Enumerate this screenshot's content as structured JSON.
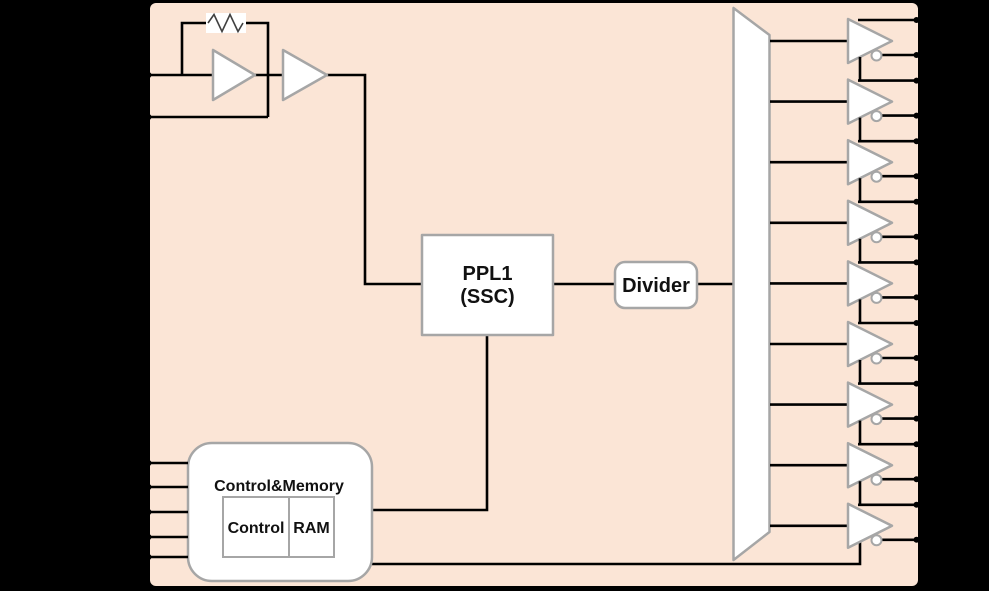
{
  "chip": {
    "description": "clock-generator block diagram",
    "blocks": {
      "pll": {
        "line1": "PPL1",
        "line2": "(SSC)"
      },
      "divider": {
        "label": "Divider"
      },
      "control_memory": {
        "title": "Control&Memory",
        "control": "Control",
        "ram": "RAM"
      }
    },
    "io": {
      "crystal_input_pins": 2,
      "control_input_pins": 5,
      "output_buffers": 9,
      "output_pins_per_buffer": 2
    },
    "icons": {
      "oscillator_amp": "amplifier-triangle",
      "oscillator_buffer": "buffer-triangle",
      "feedback_resistor": "resistor-zigzag",
      "output_mux": "trapezoid-mux",
      "output_buffer": "buffer-triangle-with-inverted-output-bubble"
    },
    "colors": {
      "background": "#000000",
      "chip_fill": "#FBE5D6",
      "block_fill": "#FFFFFF",
      "block_border": "#A6A6A6",
      "wire": "#000000",
      "text": "#111111"
    }
  }
}
